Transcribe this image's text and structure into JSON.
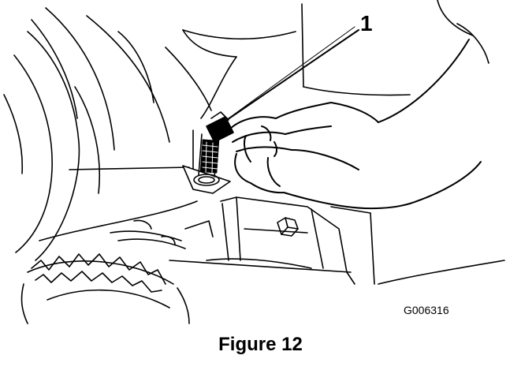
{
  "figure": {
    "caption": "Figure 12",
    "drawing_code": "G006316",
    "callouts": [
      {
        "number": "1"
      }
    ]
  },
  "colors": {
    "ink": "#000000",
    "paper": "#ffffff"
  }
}
